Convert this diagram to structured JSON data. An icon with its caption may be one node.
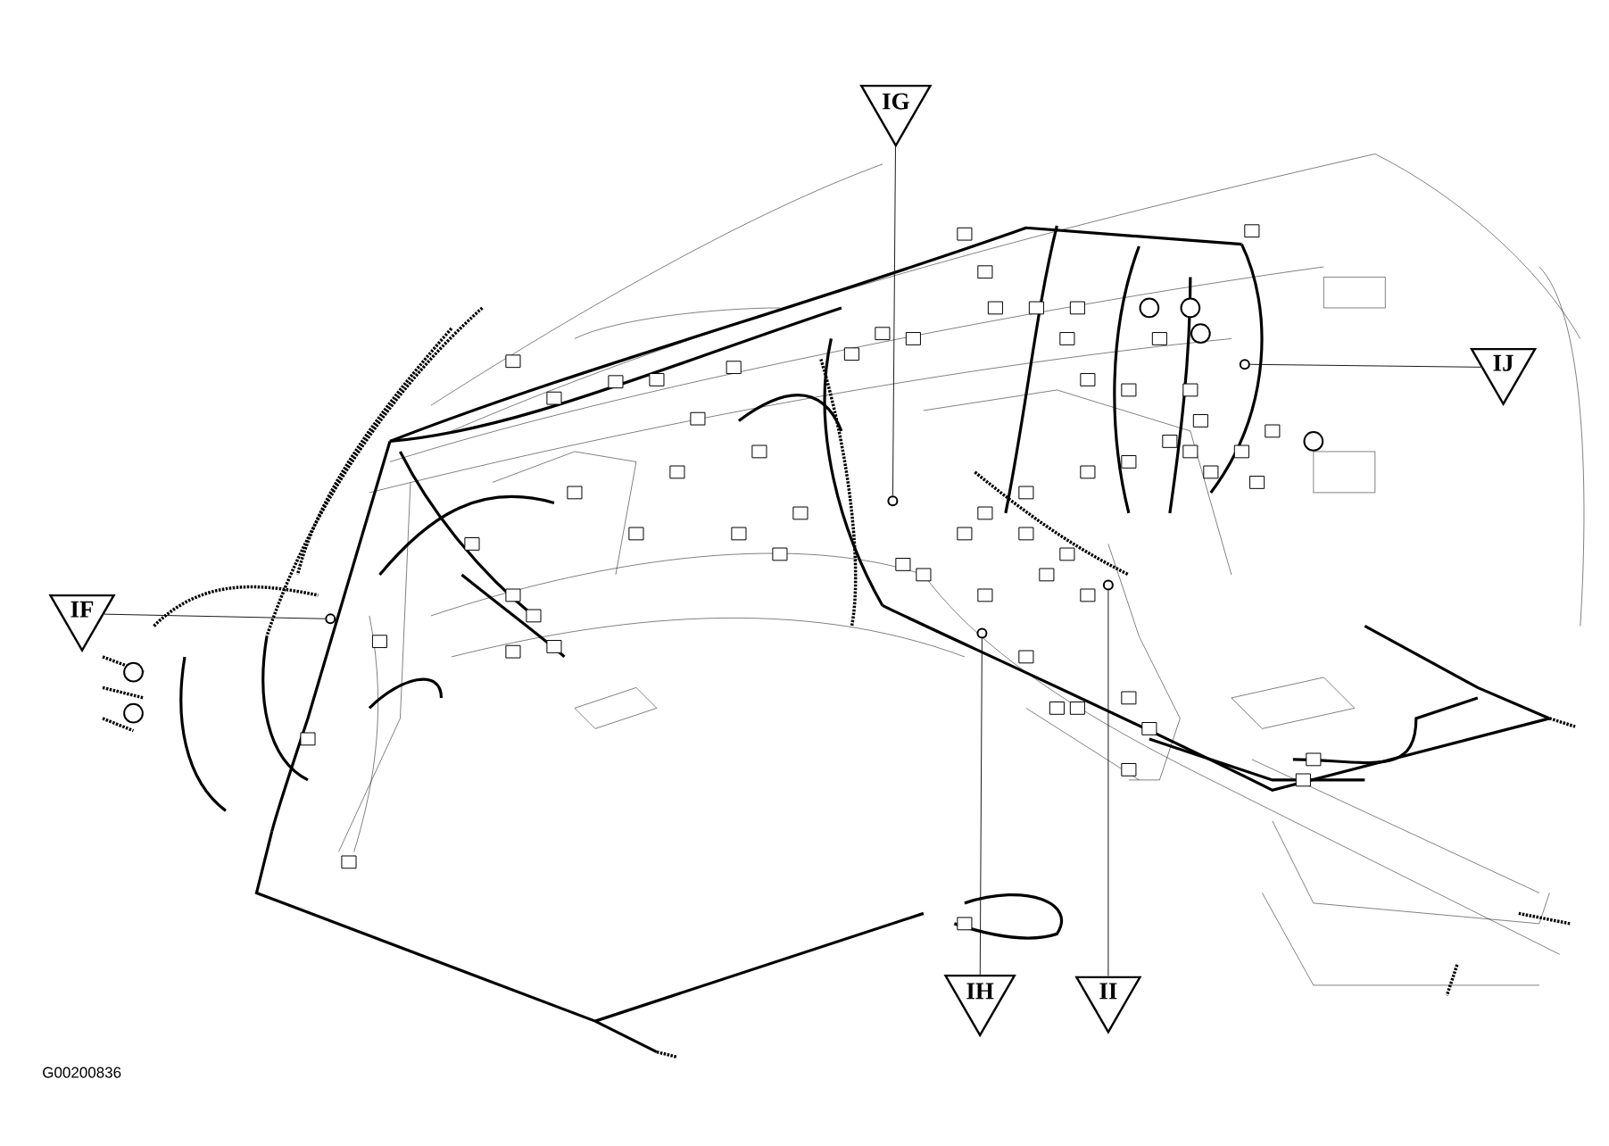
{
  "diagram": {
    "nodes": [
      {
        "text": [
          "IF"
        ]
      },
      {
        "text": [
          "IG"
        ]
      },
      {
        "text": [
          "IH"
        ]
      },
      {
        "text": [
          "II"
        ]
      },
      {
        "text": [
          "IJ"
        ]
      },
      {
        "text": [],
        "shape": "circle"
      },
      {
        "text": [],
        "shape": "circle"
      },
      {
        "text": [],
        "shape": "circle"
      },
      {
        "text": [],
        "shape": "circle"
      },
      {
        "text": [],
        "shape": "circle"
      }
    ],
    "edges": [
      {
        "from": 0,
        "to": 5,
        "arrow": "none"
      },
      {
        "from": 1,
        "to": 6,
        "arrow": "none"
      },
      {
        "from": 2,
        "to": 7,
        "arrow": "none"
      },
      {
        "from": 3,
        "to": 8,
        "arrow": "none"
      },
      {
        "from": 4,
        "to": 9,
        "arrow": "none"
      }
    ],
    "labels": [
      "G00200836"
    ]
  }
}
